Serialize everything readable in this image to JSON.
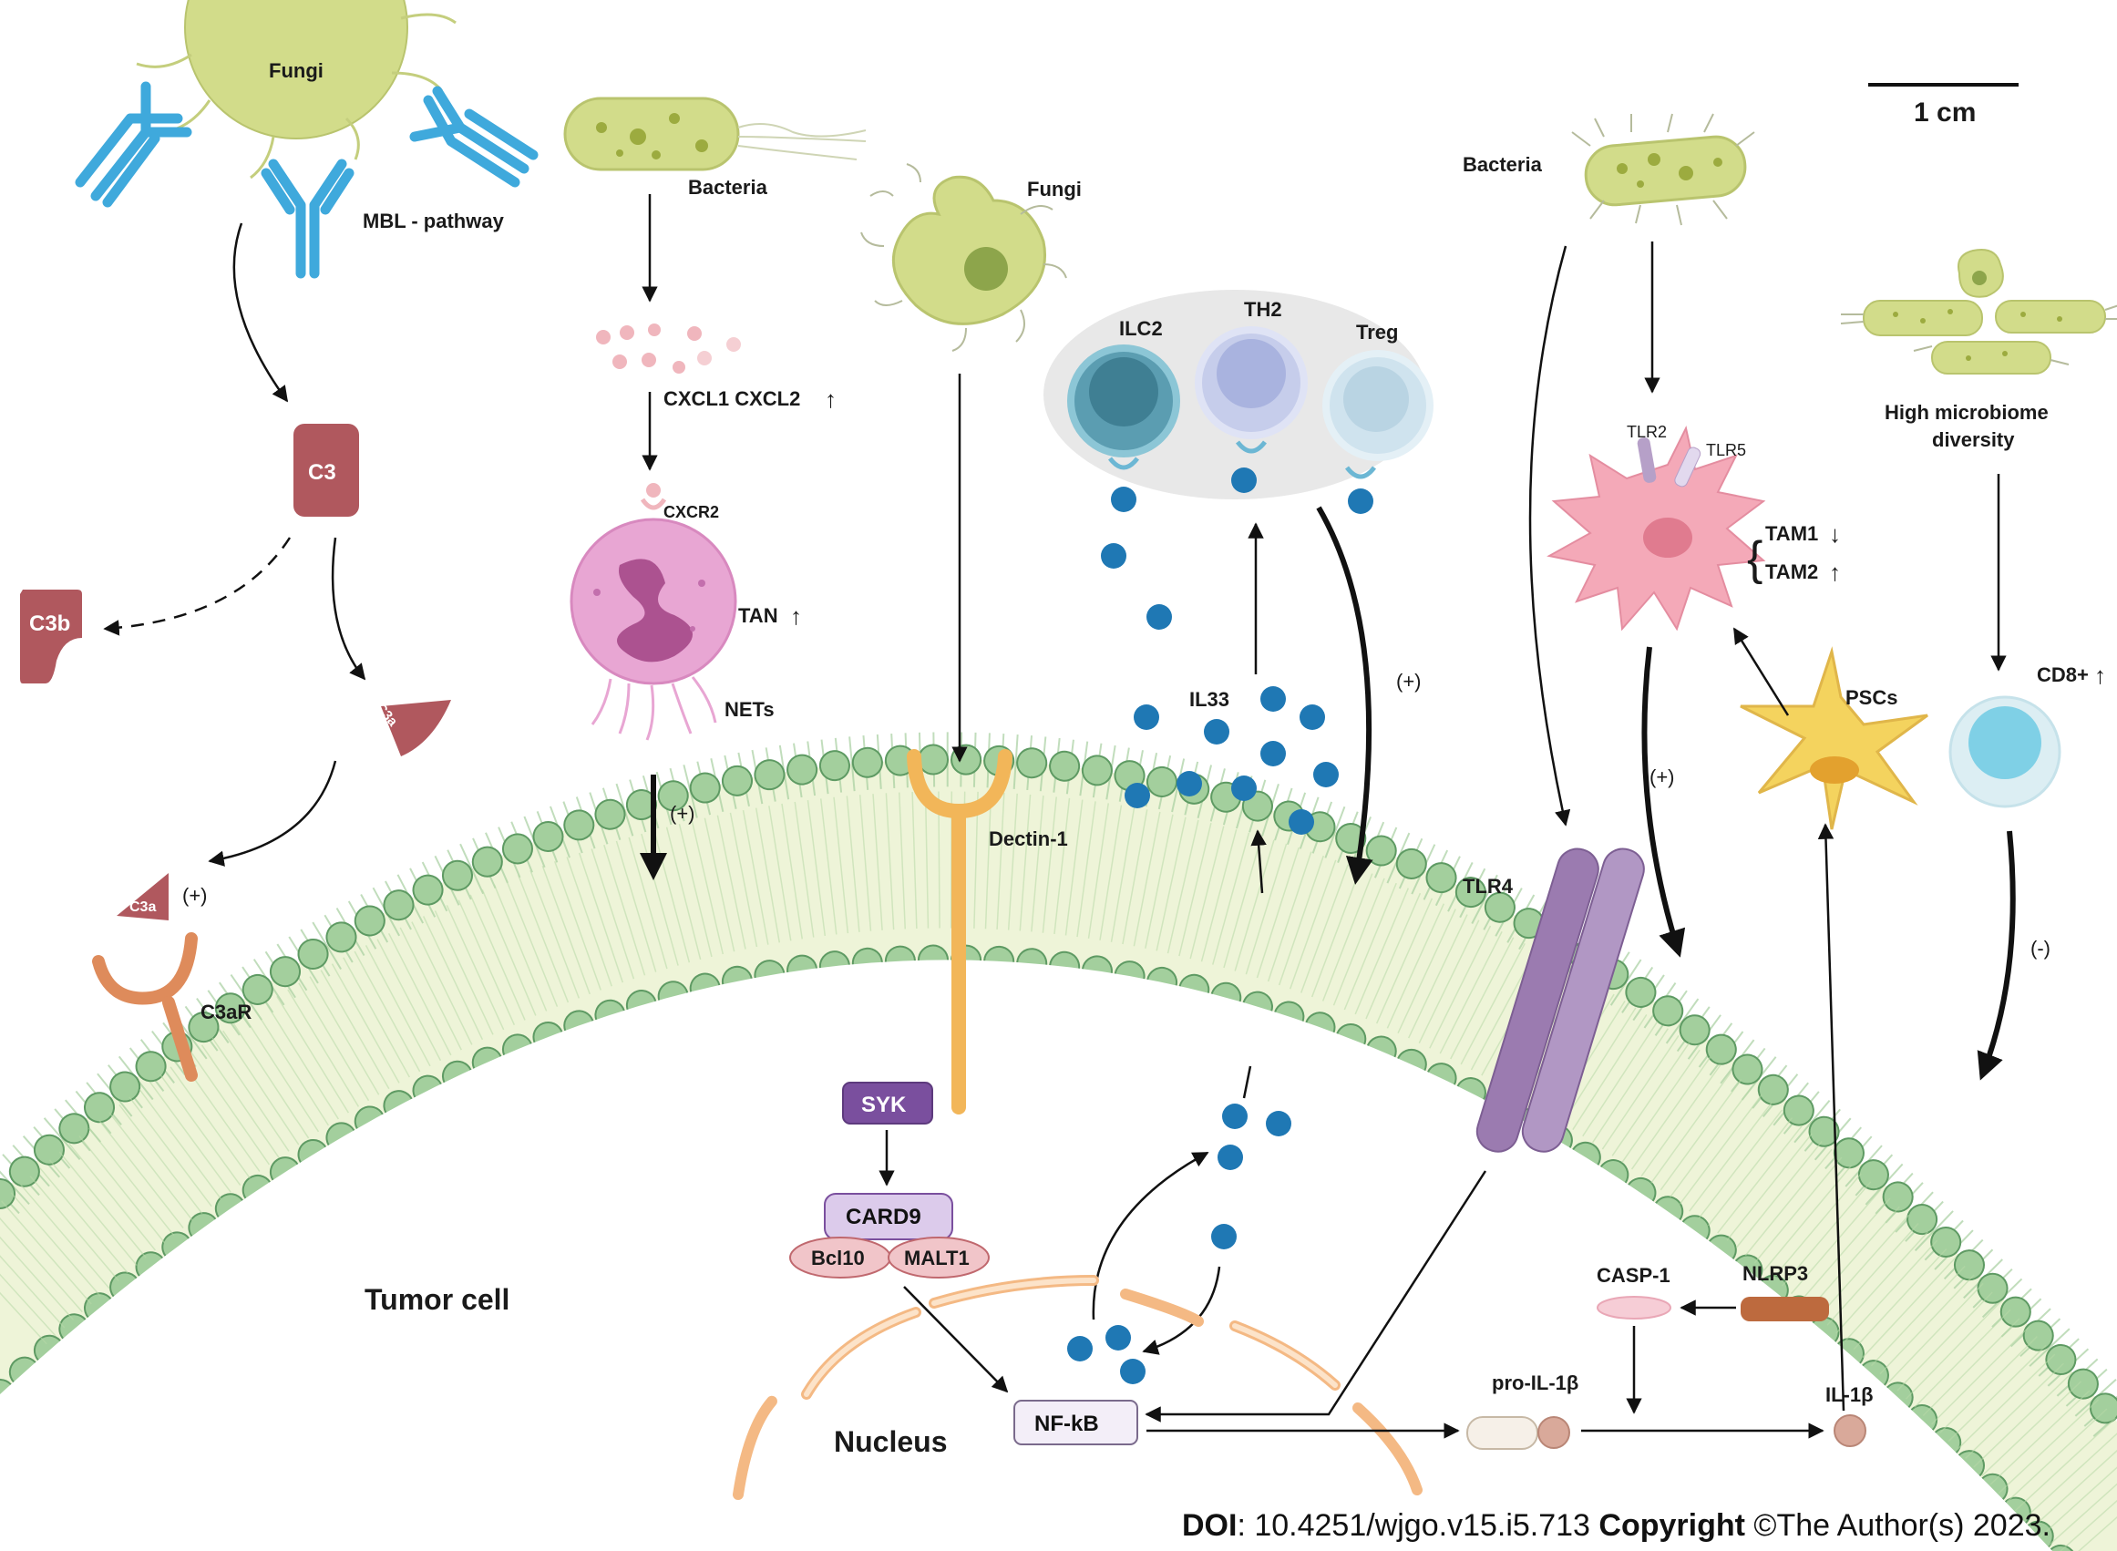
{
  "labels": {
    "fungi_top": "Fungi",
    "mbl_pathway": "MBL - pathway",
    "c3": "C3",
    "c3b": "C3b",
    "c3a_upper": "C3a",
    "c3a_lower": "C3a",
    "plus_c3a": "(+)",
    "c3ar": "C3aR",
    "bacteria_left": "Bacteria",
    "cxcl": "CXCL1  CXCL2",
    "cxcr2": "CXCR2",
    "tan": "TAN",
    "nets": "NETs",
    "plus_tan": "(+)",
    "fungi_mid": "Fungi",
    "dectin": "Dectin-1",
    "ilc2": "ILC2",
    "th2": "TH2",
    "treg": "Treg",
    "il33": "IL33",
    "plus_il33": "(+)",
    "bacteria_right": "Bacteria",
    "tlr2": "TLR2",
    "tlr5": "TLR5",
    "tam1": "TAM1",
    "tam2": "TAM2",
    "plus_tam": "(+)",
    "psc": "PSCs",
    "tlr4": "TLR4",
    "microbiome_line1": "High microbiome",
    "microbiome_line2": "diversity",
    "cd8": "CD8+",
    "minus_cd8": "(-)",
    "scale": "1 cm",
    "syk": "SYK",
    "card9": "CARD9",
    "bcl10": "Bcl10",
    "malt1": "MALT1",
    "tumor_cell": "Tumor cell",
    "nucleus": "Nucleus",
    "nfkb": "NF-kB",
    "casp1": "CASP-1",
    "nlrp3": "NLRP3",
    "pro_il1b": "pro-IL-1β",
    "il1b": "IL-1β",
    "arrow_up": "↑",
    "arrow_down": "↓"
  },
  "footer": {
    "doi_label": "DOI",
    "doi_value": ": 10.4251/wjgo.v15.i5.713 ",
    "copyright_label": "Copyright",
    "copyright_value": " ©The Author(s) 2023."
  },
  "colors": {
    "membrane_fill": "#eef4d8",
    "membrane_bead": "#9cc79a",
    "membrane_bead_stroke": "#5e9a63",
    "antibody": "#3fa9dc",
    "fungi": "#d2dc8a",
    "complement": "#b0585e",
    "il33_dot": "#1f78b4",
    "syk": "#7a4f9e",
    "tlr4": "#9b7bb0",
    "tam": "#f3a6b5",
    "psc": "#f4d35e",
    "cd8": "#a9e0ef",
    "nucleus": "#f4b984"
  }
}
